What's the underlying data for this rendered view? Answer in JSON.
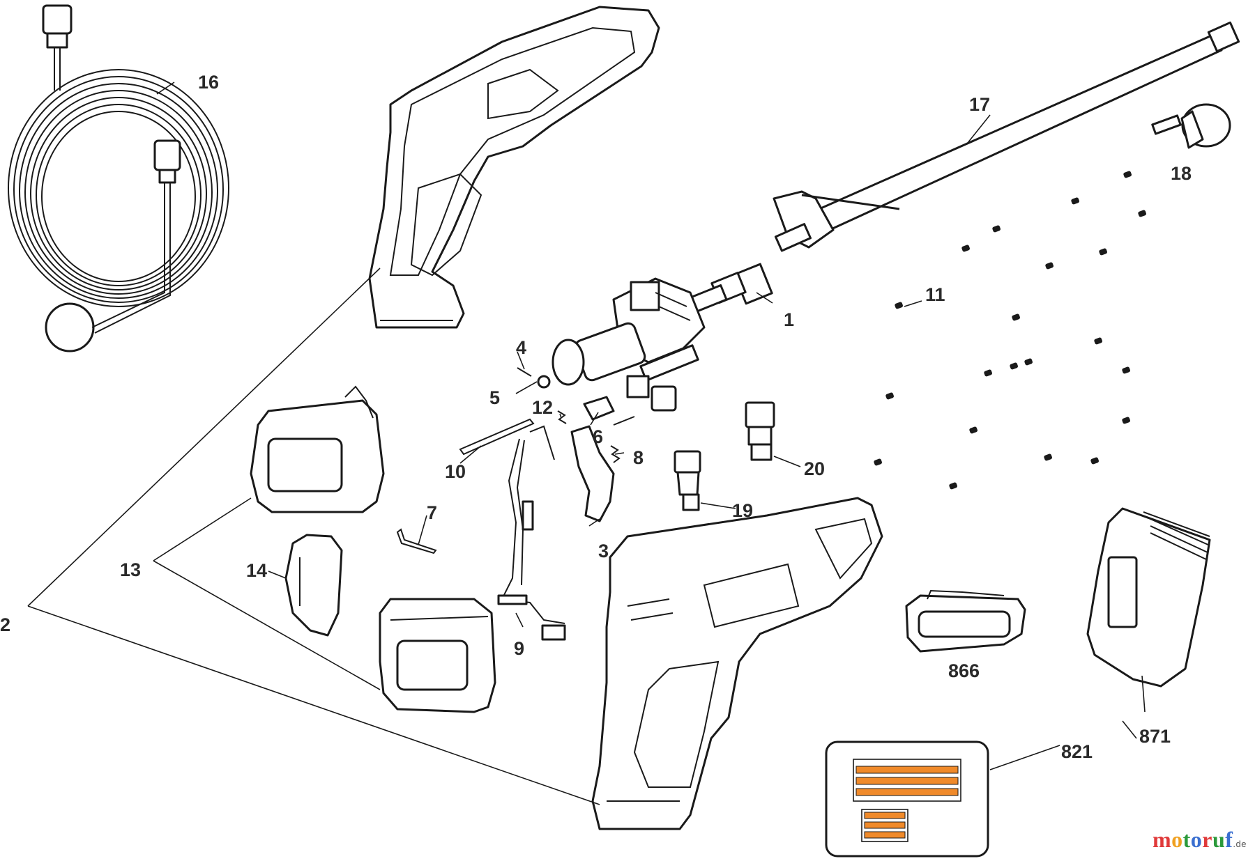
{
  "labels": {
    "l1": "1",
    "l2": "2",
    "l3": "3",
    "l4": "4",
    "l5": "5",
    "l6": "6",
    "l7": "7",
    "l8": "8",
    "l9": "9",
    "l10": "10",
    "l11": "11",
    "l12": "12",
    "l13": "13",
    "l14": "14",
    "l16": "16",
    "l17": "17",
    "l18": "18",
    "l19": "19",
    "l20": "20",
    "l821": "821",
    "l866": "866",
    "l871": "871"
  },
  "watermark": {
    "letters": [
      "m",
      "o",
      "t",
      "o",
      "r",
      "u",
      "f"
    ],
    "colors": [
      "#e03a3a",
      "#f0a020",
      "#2c9a3c",
      "#3a6fd0",
      "#e03a3a",
      "#2c9a3c",
      "#3a6fd0"
    ],
    "suffix": ".de"
  },
  "colors": {
    "label_stripe": "#f08a2a",
    "ink": "#1a1a1a"
  }
}
